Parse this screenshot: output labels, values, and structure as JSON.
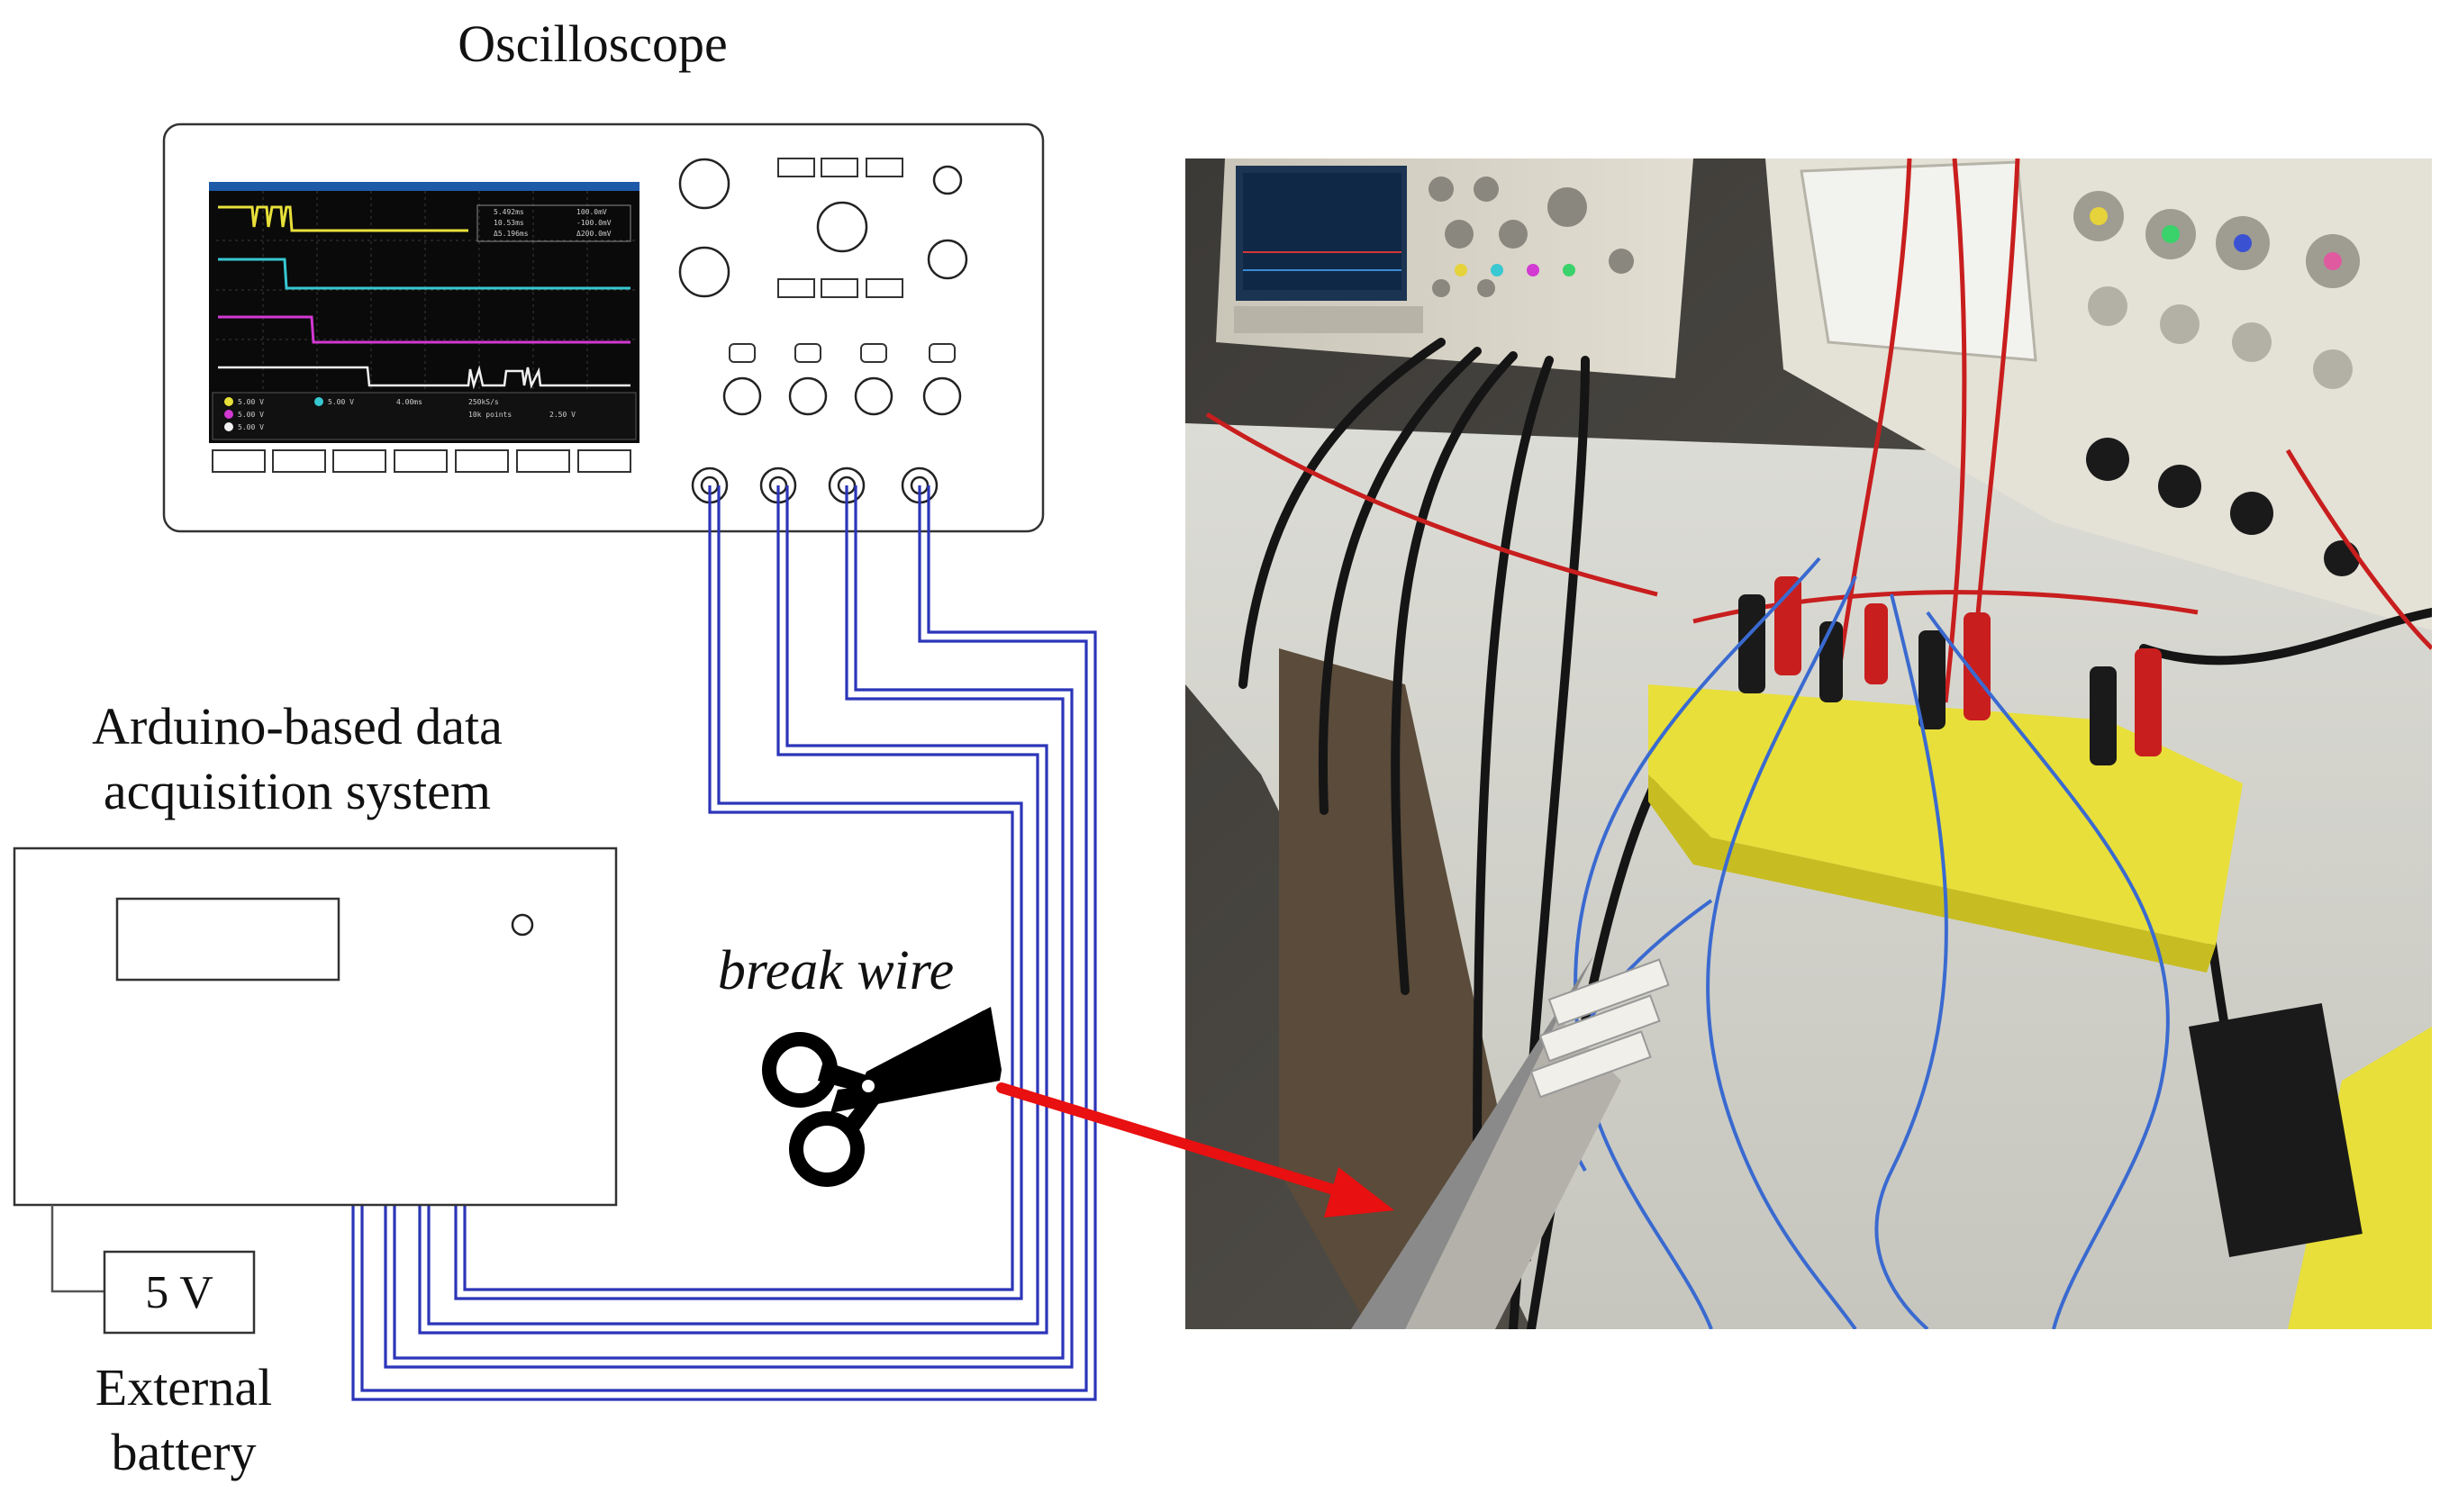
{
  "labels": {
    "oscilloscope": "Oscilloscope",
    "daq_line1": "Arduino-based data",
    "daq_line2": "acquisition system",
    "battery_voltage": "5 V",
    "battery_line1": "External",
    "battery_line2": "battery",
    "break_wire": "break wire"
  },
  "scope_screen": {
    "readouts": [
      "5.00 V",
      "5.00 V",
      "5.00 V",
      "5.00 V",
      "4.00ms",
      "250kS/s",
      "10k points",
      "2.50 V"
    ],
    "measurements": [
      "5.492ms",
      "10.53ms",
      "Δ5.196ms",
      "100.0mV",
      "-100.0mV",
      "Δ200.0mV"
    ]
  },
  "colors": {
    "wire": "#2b35b8",
    "arrow": "#e81010",
    "channel_1": "#e8e03a",
    "channel_2": "#37c8d2",
    "channel_3": "#d238d2",
    "channel_4": "#f0f0f0"
  },
  "icons": {
    "scissors": "scissors-icon",
    "arrow": "red-arrow"
  },
  "photo": {
    "description_tag": "lab-setup-photo"
  }
}
